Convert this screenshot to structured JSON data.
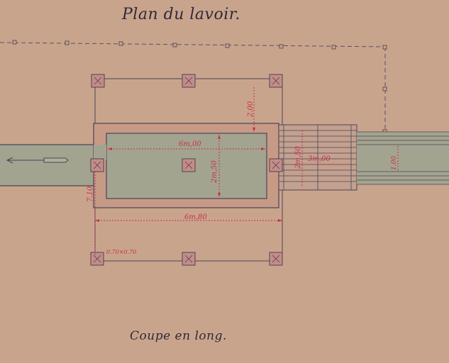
{
  "drawing": {
    "title": "Plan du lavoir.",
    "subtitle": "Coupe en long."
  },
  "dimensions": {
    "basin_length": "6m,00",
    "basin_width": "2m,50",
    "overall_length": "6m,80",
    "overall_width": "7.10",
    "roof_overhang": "2.00",
    "channel_width": "2m,50",
    "channel_length": "3m,00",
    "outlet_width": "1.00",
    "post_section": "0.70×0.70"
  },
  "colors": {
    "paper": "#c9a48c",
    "ink": "#4a4458",
    "dimension_red": "#c8304a",
    "water": "#a3a48f",
    "wall": "#c79a86",
    "post": "#c58c86"
  }
}
